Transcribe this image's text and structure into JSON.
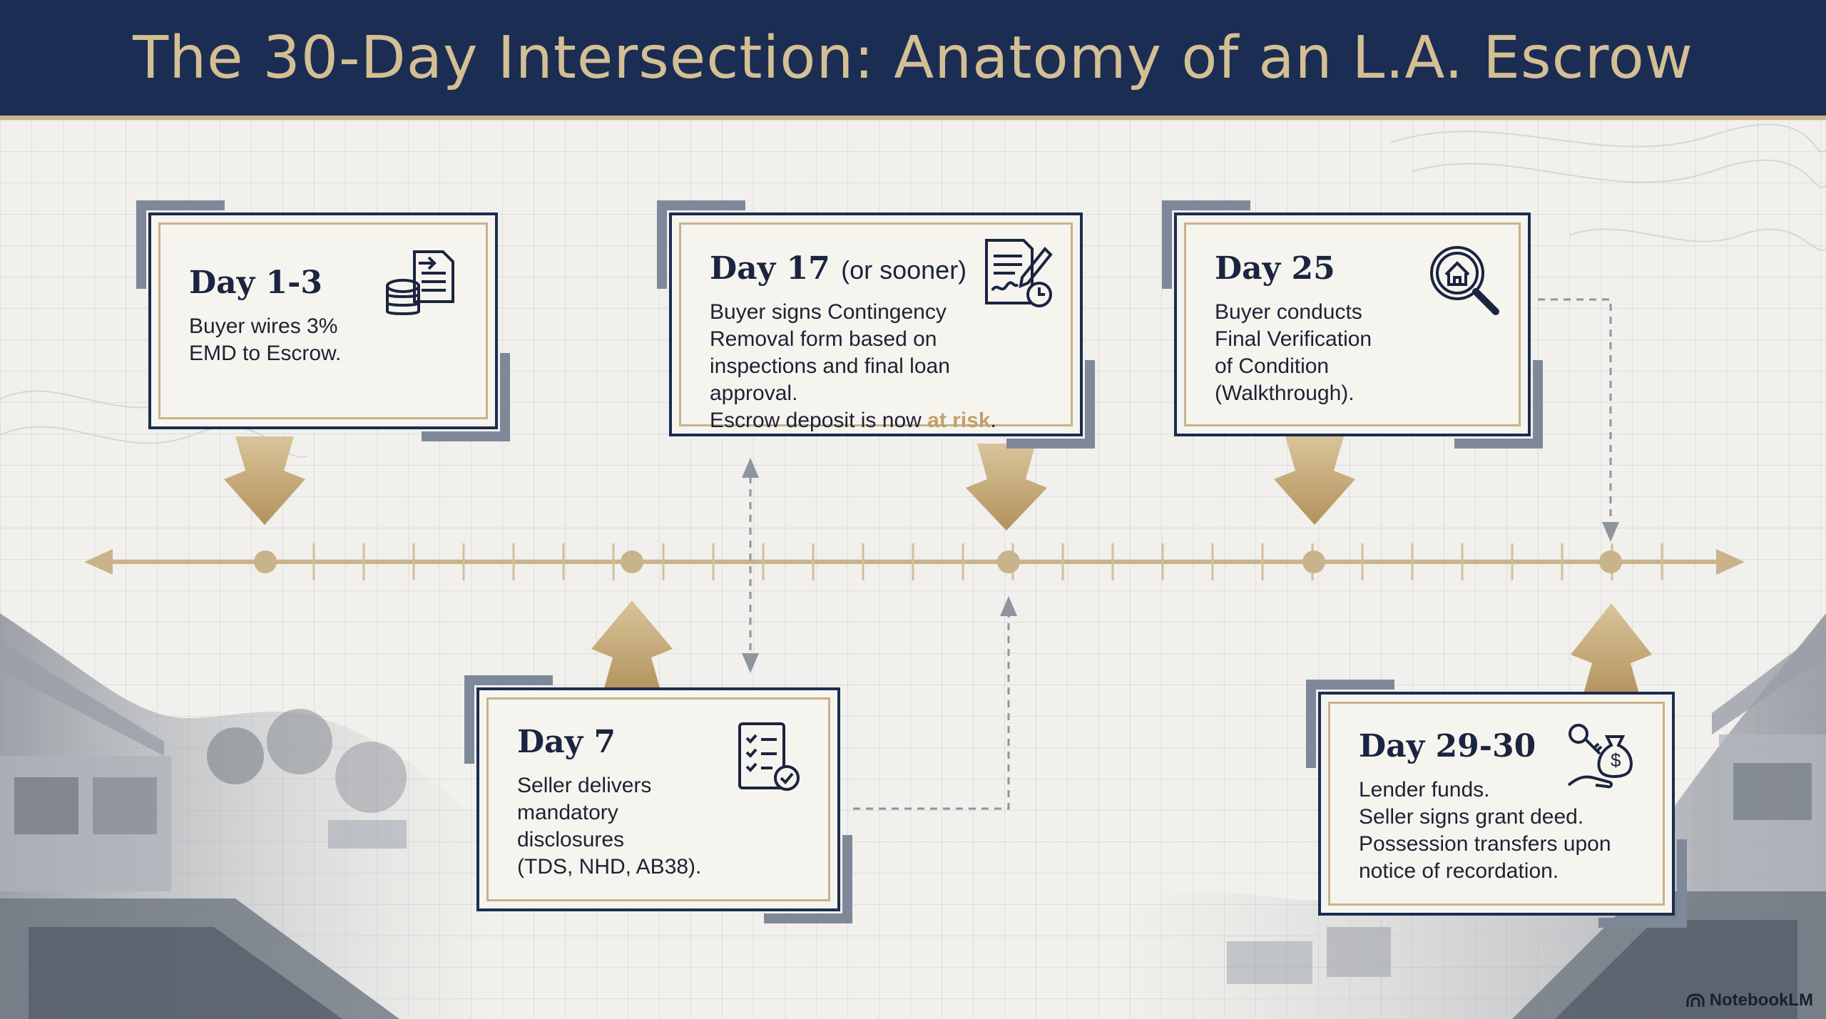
{
  "header": {
    "title": "The 30-Day Intersection: Anatomy of an L.A. Escrow"
  },
  "steps": [
    {
      "day": "Day 1-3",
      "day_sub": "",
      "lines": [
        "Buyer wires 3%",
        "EMD to Escrow."
      ],
      "icon": "money-document-icon"
    },
    {
      "day": "Day 7",
      "day_sub": "",
      "lines": [
        "Seller delivers",
        "mandatory",
        "disclosures",
        "(TDS, NHD, AB38)."
      ],
      "icon": "checklist-icon"
    },
    {
      "day": "Day 17",
      "day_sub": "(or sooner)",
      "lines": [
        "Buyer signs Contingency",
        "Removal form based on",
        "inspections and final loan approval."
      ],
      "last_line_before": "Escrow deposit is now ",
      "highlight": "at risk",
      "last_line_after": ".",
      "icon": "signed-contract-clock-icon"
    },
    {
      "day": "Day 25",
      "day_sub": "",
      "lines": [
        "Buyer conducts",
        "Final Verification",
        "of Condition",
        "(Walkthrough)."
      ],
      "icon": "house-magnifier-icon"
    },
    {
      "day": "Day 29-30",
      "day_sub": "",
      "lines": [
        "Lender funds.",
        "Seller signs grant deed.",
        "Possession transfers upon",
        "notice of recordation."
      ],
      "icon": "key-money-bag-icon"
    }
  ],
  "colors": {
    "navy": "#1b2d52",
    "gold": "#c9b38a",
    "accent_risk": "#c2a16a",
    "slate": "#7f8899"
  },
  "brand": {
    "label": "NotebookLM",
    "icon": "notebook-logo-icon"
  }
}
